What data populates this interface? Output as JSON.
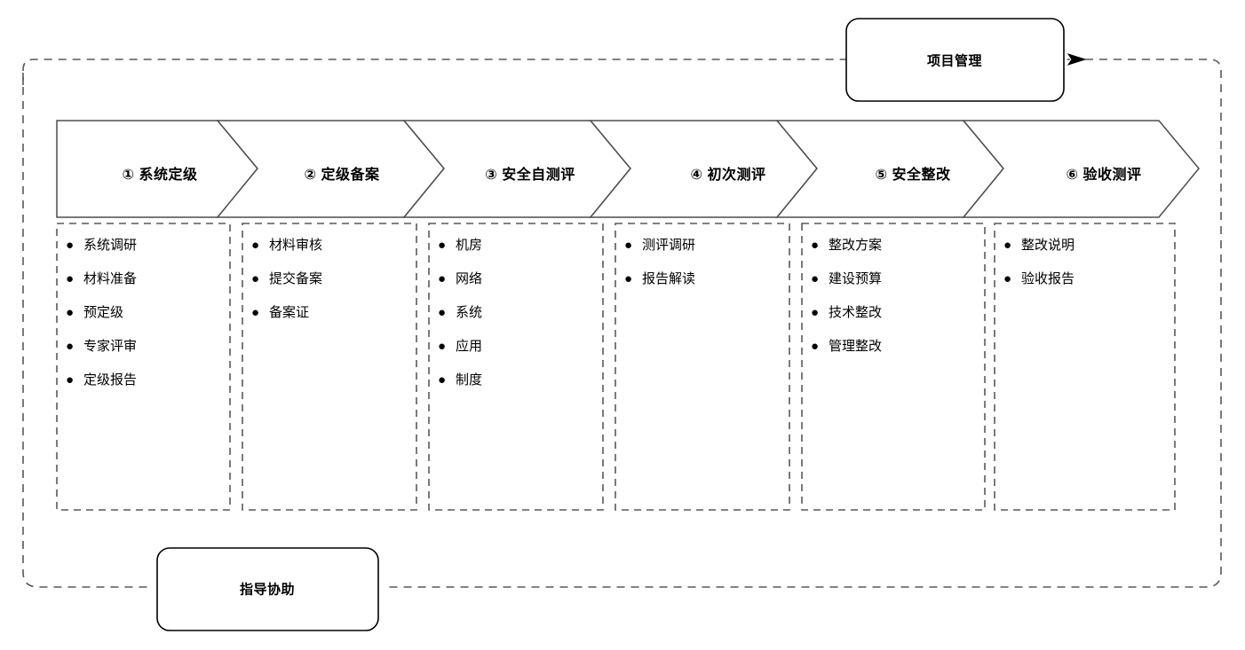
{
  "diagram": {
    "title_top_node": "项目管理",
    "title_bottom_node": "指导协助",
    "stages": [
      {
        "label": "① 系统定级",
        "number": "①",
        "name": "系统定级",
        "tasks": [
          "系统调研",
          "材料准备",
          "预定级",
          "专家评审",
          "定级报告"
        ]
      },
      {
        "label": "② 定级备案",
        "number": "②",
        "name": "定级备案",
        "tasks": [
          "材料审核",
          "提交备案",
          "备案证"
        ]
      },
      {
        "label": "③ 安全自测评",
        "number": "③",
        "name": "安全自测评",
        "tasks": [
          "机房",
          "网络",
          "系统",
          "应用",
          "制度"
        ]
      },
      {
        "label": "④ 初次测评",
        "number": "④",
        "name": "初次测评",
        "tasks": [
          "测评调研",
          "报告解读"
        ]
      },
      {
        "label": "⑤ 安全整改",
        "number": "⑤",
        "name": "安全整改",
        "tasks": [
          "整改方案",
          "建设预算",
          "技术整改",
          "管理整改"
        ]
      },
      {
        "label": "⑥ 验收测评",
        "number": "⑥",
        "name": "验收测评",
        "tasks": [
          "整改说明",
          "验收报告"
        ]
      }
    ],
    "bullet_glyph": "●",
    "colors": {
      "stroke": "#000000",
      "chevron_stroke": "#4d4d4d",
      "dashed_stroke": "#595959",
      "background": "#ffffff",
      "text": "#000000"
    }
  }
}
